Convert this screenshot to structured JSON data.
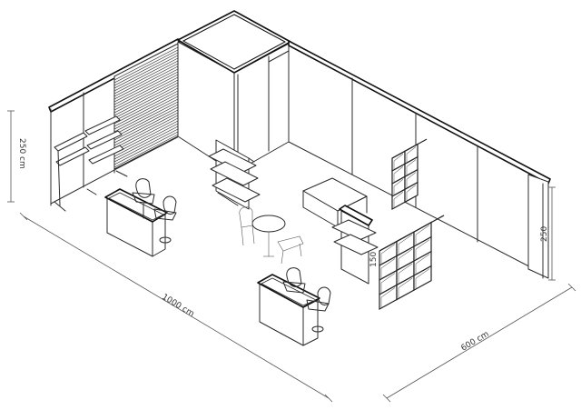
{
  "dimensions": {
    "length": "1000 cm",
    "width": "600 cm",
    "height_left": "250 cm",
    "height_right": "250",
    "counter_height": "150"
  }
}
